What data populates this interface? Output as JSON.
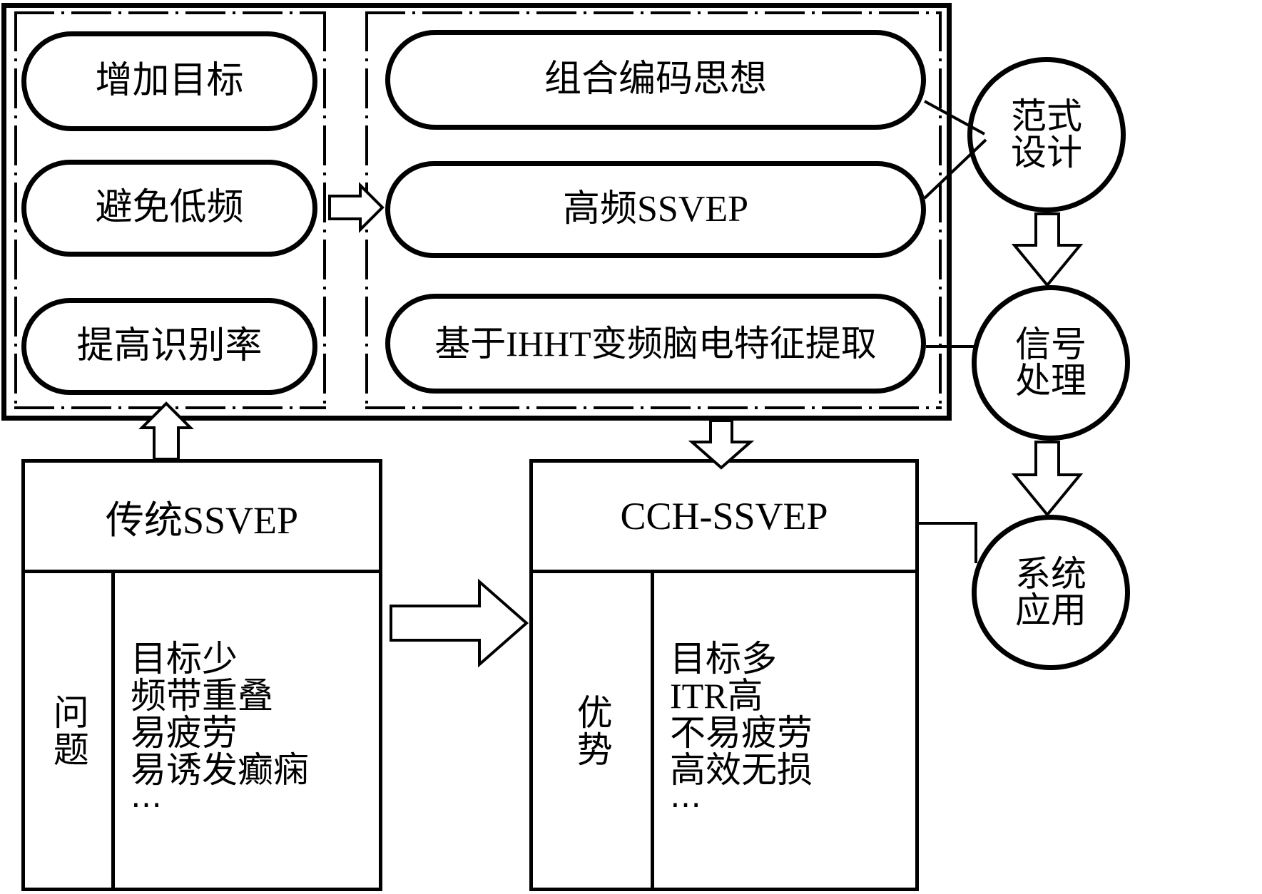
{
  "diagram": {
    "title": "CCH-SSVEP research framework diagram",
    "left_panel": {
      "name": "goals-panel",
      "pills": [
        {
          "label": "增加目标"
        },
        {
          "label": "避免低频"
        },
        {
          "label": "提高识别率"
        }
      ]
    },
    "right_panel": {
      "name": "methods-panel",
      "pills": [
        {
          "label": "组合编码思想"
        },
        {
          "label": "高频SSVEP"
        },
        {
          "label": "基于IHHT变频脑电特征提取"
        }
      ]
    },
    "circles": [
      {
        "name": "paradigm-design",
        "line1": "范式",
        "line2": "设计"
      },
      {
        "name": "signal-processing",
        "line1": "信号",
        "line2": "处理"
      },
      {
        "name": "system-application",
        "line1": "系统",
        "line2": "应用"
      }
    ],
    "traditional_card": {
      "title": "传统SSVEP",
      "label": "问题",
      "items": [
        "目标少",
        "频带重叠",
        "易疲劳",
        "易诱发癫痫",
        "⋯"
      ]
    },
    "proposed_card": {
      "title": "CCH-SSVEP",
      "label": "优势",
      "items": [
        "目标多",
        "ITR高",
        "不易疲劳",
        "高效无损",
        "⋯"
      ]
    },
    "arrows": [
      {
        "name": "goals-to-methods-arrow",
        "direction": "right"
      },
      {
        "name": "traditional-to-framework-arrow",
        "direction": "up"
      },
      {
        "name": "framework-to-proposed-arrow",
        "direction": "down"
      },
      {
        "name": "traditional-to-proposed-arrow",
        "direction": "right"
      },
      {
        "name": "paradigm-to-signal-arrow",
        "direction": "down"
      },
      {
        "name": "signal-to-application-arrow",
        "direction": "down"
      }
    ],
    "connectors": [
      {
        "name": "paradigm-connector-encoding"
      },
      {
        "name": "paradigm-connector-highfreq"
      },
      {
        "name": "signal-connector-ihht"
      },
      {
        "name": "application-connector-cch"
      }
    ],
    "colors": {
      "stroke": "#000000",
      "background": "#ffffff"
    }
  }
}
